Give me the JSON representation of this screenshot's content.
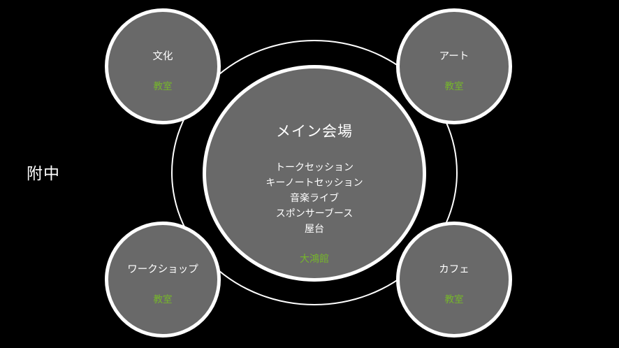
{
  "colors": {
    "background": "#000000",
    "circle_fill": "#696969",
    "circle_border": "#ffffff",
    "accent_green": "#76B72A",
    "text": "#ffffff"
  },
  "side_label": "附中",
  "center": {
    "title": "メイン会場",
    "items": [
      "トークセッション",
      "キーノートセッション",
      "音楽ライブ",
      "スポンサーブース",
      "屋台"
    ],
    "venue": "大鴻館"
  },
  "satellites": [
    {
      "id": "culture",
      "label": "文化",
      "venue": "教室",
      "position": "top-left"
    },
    {
      "id": "art",
      "label": "アート",
      "venue": "教室",
      "position": "top-right"
    },
    {
      "id": "workshop",
      "label": "ワークショップ",
      "venue": "教室",
      "position": "bottom-left"
    },
    {
      "id": "cafe",
      "label": "カフェ",
      "venue": "教室",
      "position": "bottom-right"
    }
  ]
}
